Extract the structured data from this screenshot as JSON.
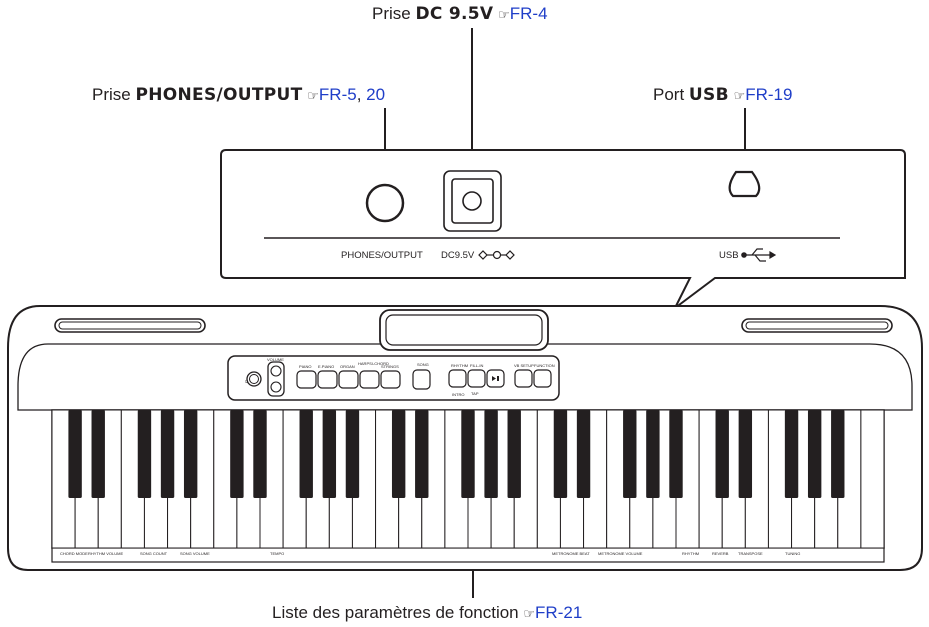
{
  "callouts": {
    "dc_jack": {
      "prefix": "Prise",
      "name": "DC 9.5V",
      "ref_icon": "☞",
      "ref": "FR-4"
    },
    "phones_jack": {
      "prefix": "Prise",
      "name": "PHONES/OUTPUT",
      "ref_icon": "☞",
      "ref1": "FR-5",
      "sep": ", ",
      "ref2": "20"
    },
    "usb_port": {
      "prefix": "Port",
      "name": "USB",
      "ref_icon": "☞",
      "ref": "FR-19"
    },
    "function_list": {
      "text": "Liste des paramètres de fonction",
      "ref_icon": "☞",
      "ref": "FR-21"
    }
  },
  "rear_panel": {
    "phones_label": "PHONES/OUTPUT",
    "dc_label": "DC9.5V",
    "usb_label": "USB"
  },
  "control_panel": {
    "volume": "VOLUME",
    "tone_buttons": [
      "PIANO",
      "E.PIANO",
      "ORGAN",
      "HARPSI-CHORD",
      "STRINGS"
    ],
    "song": "SONG",
    "rhythm": "RHYTHM",
    "fill_in": "FILL-IN",
    "tap": "TAP",
    "intro": "INTRO",
    "vb_setup": "VB SETUP",
    "function": "FUNCTION"
  },
  "function_strip": {
    "labels": [
      "CHORD MODE",
      "RHYTHM VOLUME",
      "SONG COUNT",
      "SONG VOLUME",
      "TEMPO",
      "METRONOME BEAT",
      "METRONOME VOLUME",
      "RHYTHM",
      "REVERB",
      "TRANSPOSE",
      "TUNING"
    ]
  },
  "colors": {
    "line": "#231f20",
    "link": "#1f3ec8"
  }
}
